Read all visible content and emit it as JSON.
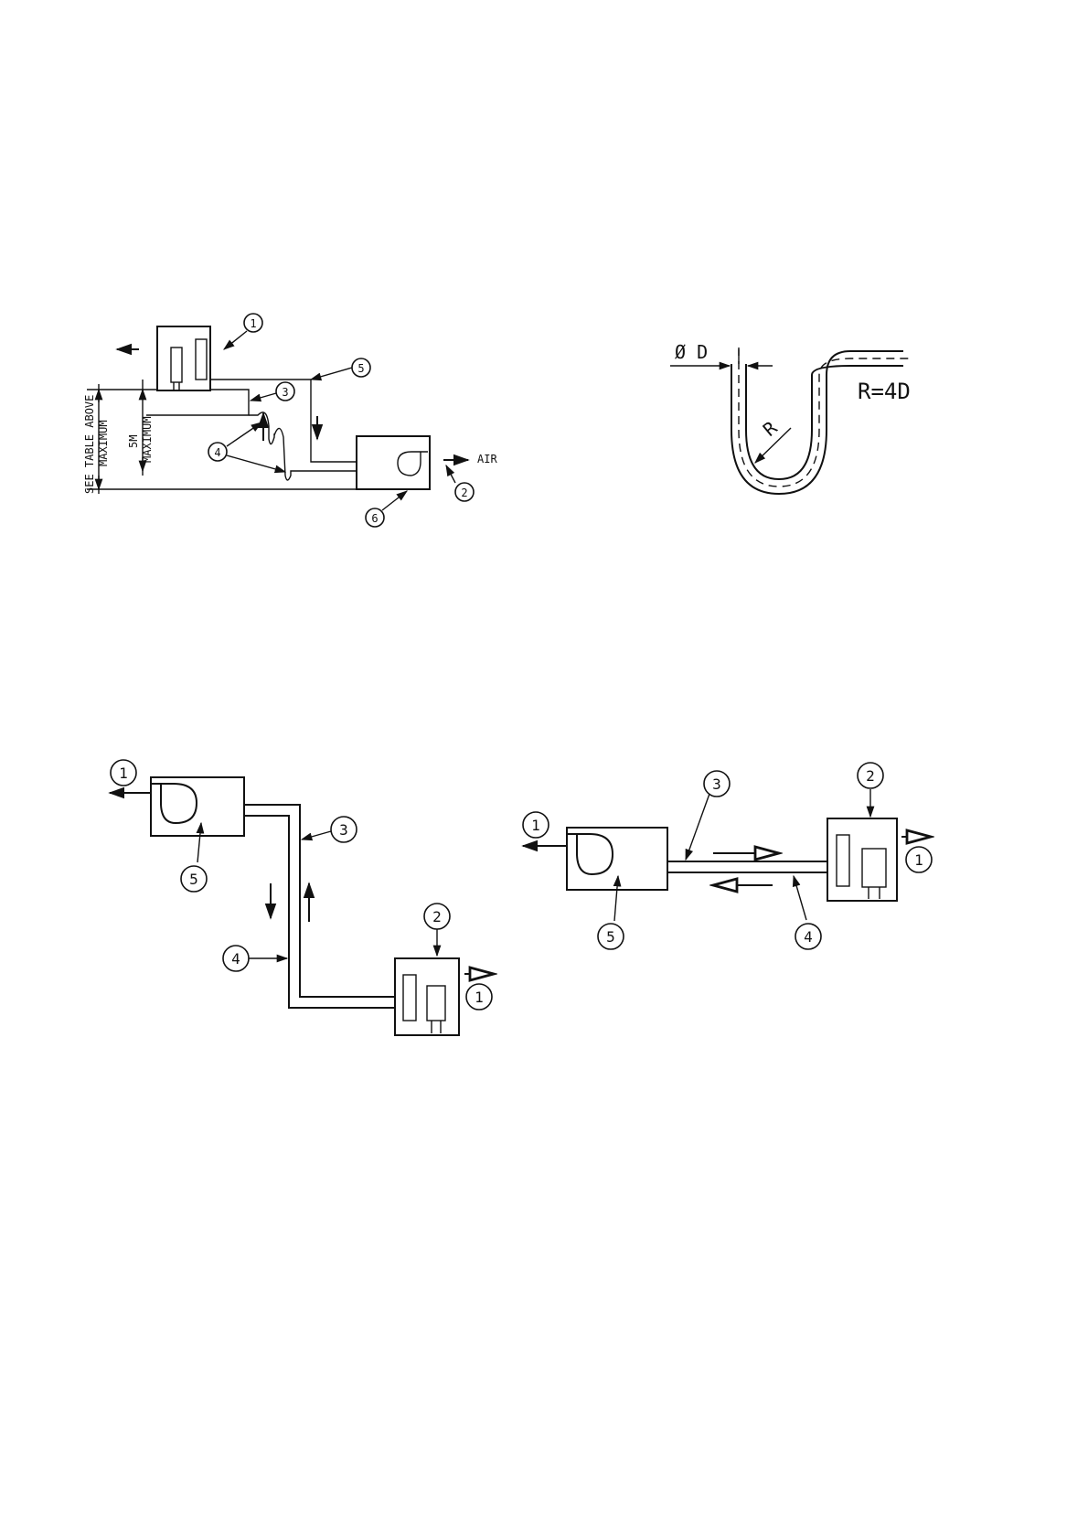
{
  "colors": {
    "ink": "#111111",
    "background": "#ffffff"
  },
  "diagram_a": {
    "callouts": [
      "1",
      "2",
      "3",
      "4",
      "5",
      "6"
    ],
    "air_label": "AIR",
    "dim_outer_line1": "SEE TABLE ABOVE",
    "dim_outer_line2": "MAXIMUM",
    "dim_inner_line1": "5M",
    "dim_inner_line2": "MAXIMUM"
  },
  "diagram_b": {
    "diameter_label": "Ø D",
    "radius_formula": "R=4D",
    "radius_label": "R"
  },
  "diagram_c": {
    "callouts": [
      "1",
      "5",
      "3",
      "4",
      "2",
      "1"
    ]
  },
  "diagram_d": {
    "callouts": [
      "1",
      "3",
      "2",
      "1",
      "5",
      "4"
    ]
  }
}
